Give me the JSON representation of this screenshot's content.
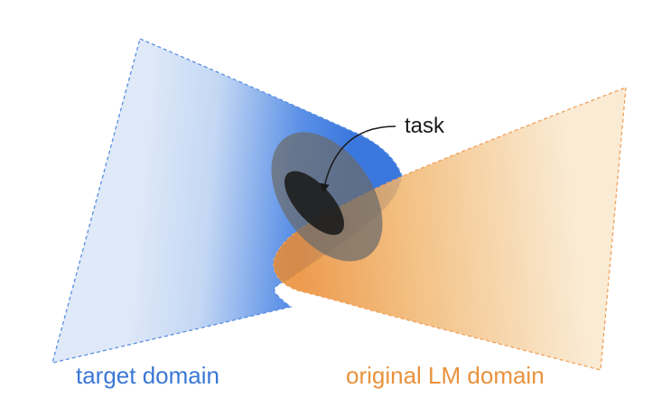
{
  "labels": {
    "task": "task",
    "target_domain": "target domain",
    "original_domain": "original LM domain"
  },
  "colors": {
    "target_blue": "#3f7fe0",
    "target_blue_light": "#dce8f8",
    "original_orange": "#ee8f3a",
    "original_orange_light": "#f7e6cc",
    "target_label": "#3a78d6",
    "original_label": "#e8923c",
    "task_ring": "#6e6e6e",
    "task_core": "#1f1f1f",
    "task_text": "#1a1a1a"
  }
}
